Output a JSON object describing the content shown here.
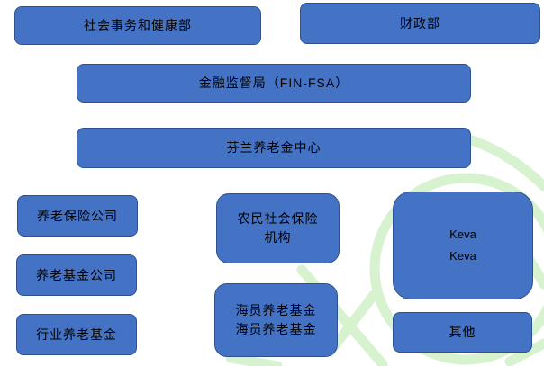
{
  "diagram": {
    "title": "Finnish pension system supervision diagram",
    "colors": {
      "box_fill": "#4472C4",
      "box_border": "#2F528F",
      "text": "#000000",
      "watermark_green": "#D7F2CF"
    },
    "nodes": [
      {
        "id": "ministry-social-health",
        "label": "社会事务和健康部"
      },
      {
        "id": "ministry-finance",
        "label": "财政部"
      },
      {
        "id": "fin-fsa",
        "label": "金融监督局（FIN-FSA）"
      },
      {
        "id": "finnish-pension-centre",
        "label": "芬兰养老金中心"
      },
      {
        "id": "pension-insurance-companies",
        "label": "养老保险公司"
      },
      {
        "id": "farmers-social-insurance",
        "line1": "农民社会保险",
        "line2": "机构"
      },
      {
        "id": "keva",
        "line1": "Keva",
        "line2": "Keva"
      },
      {
        "id": "pension-fund-companies",
        "label": "养老基金公司"
      },
      {
        "id": "seafarers-pension-fund",
        "line1": "海员养老基金",
        "line2": "海员养老基金"
      },
      {
        "id": "industry-pension-funds",
        "label": "行业养老基金"
      },
      {
        "id": "other",
        "label": "其他"
      }
    ]
  }
}
